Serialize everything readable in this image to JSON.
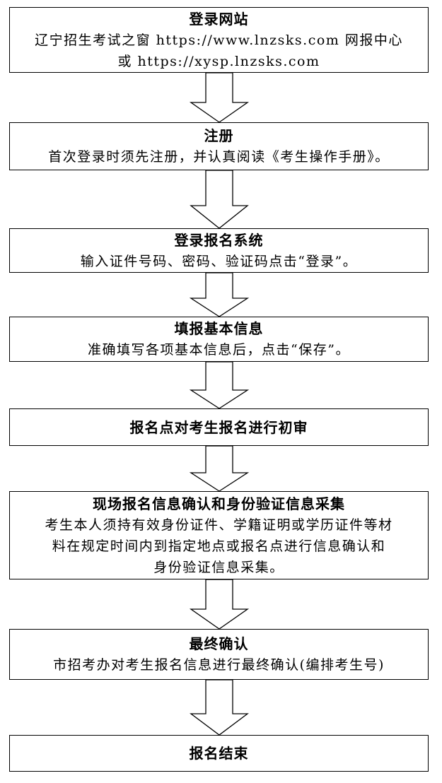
{
  "steps": [
    {
      "title": "登录网站",
      "lines": [
        "辽宁招生考试之窗 https://www.lnzsks.com 网报中心",
        "或 https://xysp.lnzsks.com"
      ]
    },
    {
      "title": "注册",
      "lines": [
        "首次登录时须先注册，并认真阅读《考生操作手册》。"
      ]
    },
    {
      "title": "登录报名系统",
      "lines": [
        "输入证件号码、密码、验证码点击“登录”。"
      ]
    },
    {
      "title": "填报基本信息",
      "lines": [
        "准确填写各项基本信息后，点击“保存”。"
      ]
    },
    {
      "title": "报名点对考生报名进行初审",
      "lines": []
    },
    {
      "title": "现场报名信息确认和身份验证信息采集",
      "lines": [
        "考生本人须持有效身份证件、学籍证明或学历证件等材",
        "料在规定时间内到指定地点或报名点进行信息确认和",
        "身份验证信息采集。"
      ]
    },
    {
      "title": "最终确认",
      "lines": [
        "市招考办对考生报名信息进行最终确认(编排考生号)"
      ]
    },
    {
      "title": "报名结束",
      "lines": []
    }
  ]
}
